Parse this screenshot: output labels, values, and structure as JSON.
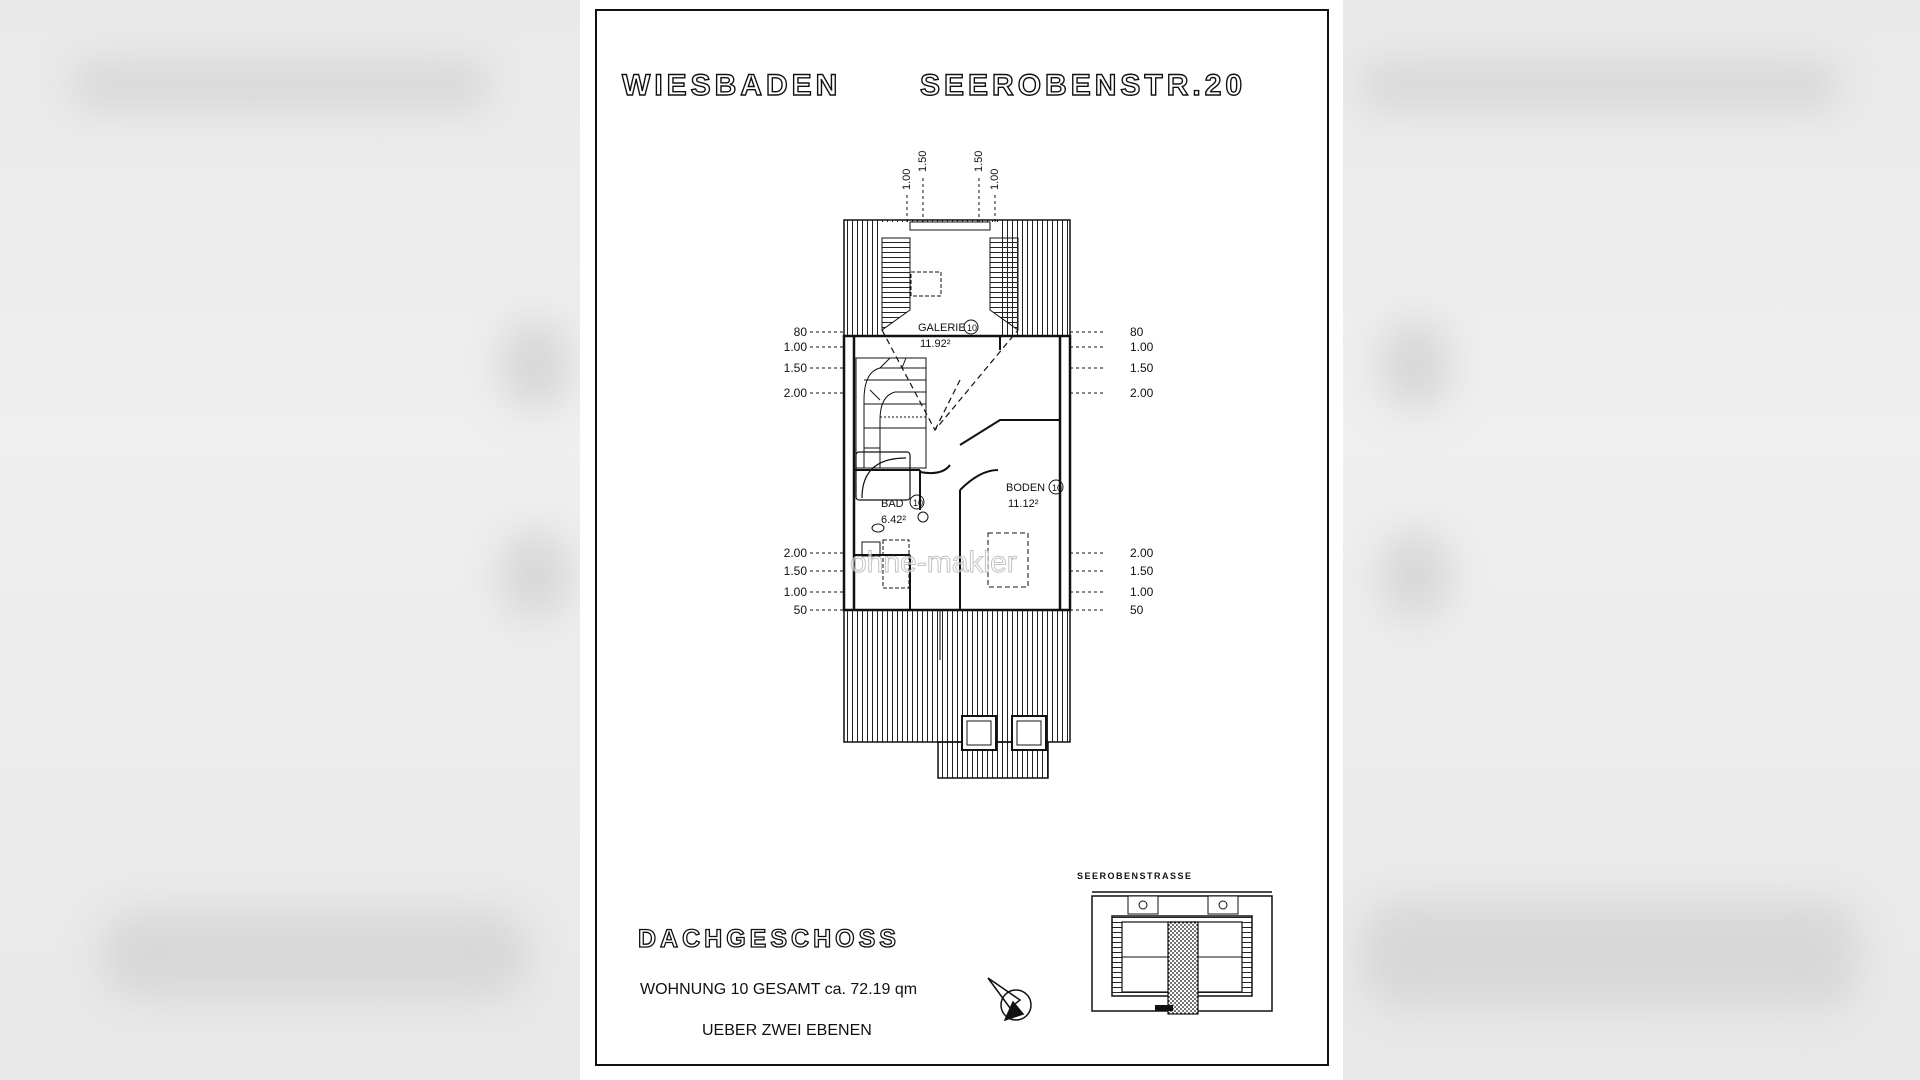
{
  "header": {
    "city": "WIESBADEN",
    "street": "SEEROBENSTR.20"
  },
  "plan": {
    "rooms": [
      {
        "label": "GALERIE",
        "number": "10",
        "area": "11.92²"
      },
      {
        "label": "BODEN",
        "number": "10",
        "area": "11.12²"
      },
      {
        "label": "BAD",
        "number": "10",
        "area": "6.42²"
      }
    ],
    "top_dims": [
      {
        "a": "1.00",
        "b": "1.50"
      },
      {
        "a": "1.50",
        "b": "1.00"
      }
    ],
    "upper_left_dims": [
      "80",
      "1.00",
      "1.50",
      "2.00"
    ],
    "upper_right_dims": [
      "80",
      "1.00",
      "1.50",
      "2.00"
    ],
    "lower_left_dims": [
      "2.00",
      "1.50",
      "1.00",
      "50"
    ],
    "lower_right_dims": [
      "2.00",
      "1.50",
      "1.00",
      "50"
    ]
  },
  "footer": {
    "floor": "DACHGESCHOSS",
    "line1": "WOHNUNG 10 GESAMT ca. 72.19 qm",
    "line2": "UEBER ZWEI EBENEN",
    "site_label": "SEEROBENSTRASSE"
  },
  "watermark": "ohne-makler"
}
